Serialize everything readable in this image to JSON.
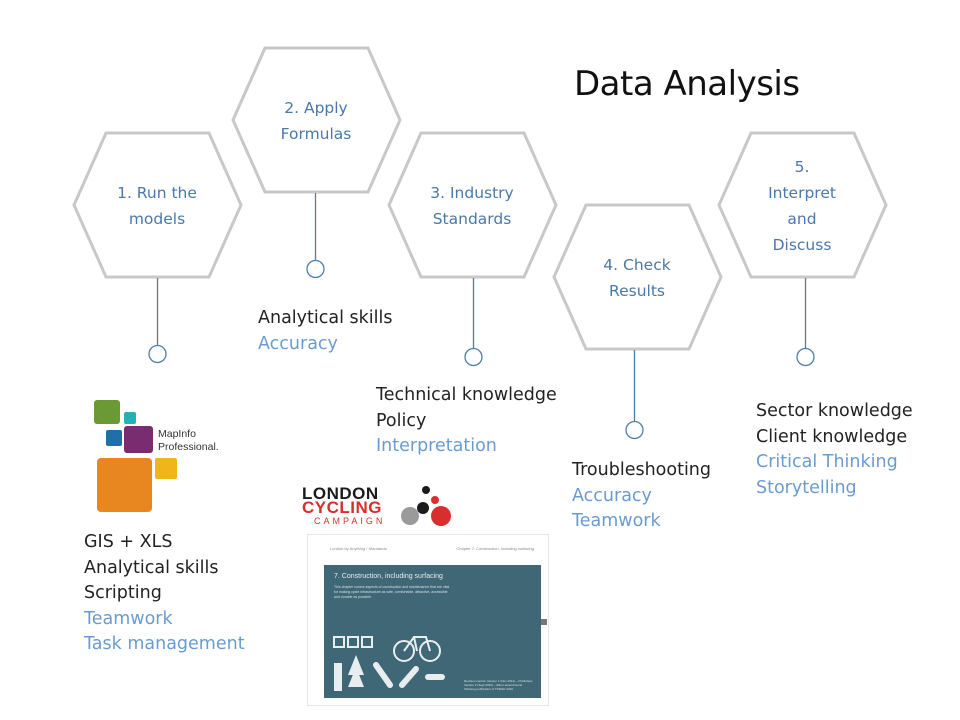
{
  "title": "Data Analysis",
  "steps": [
    {
      "lines": [
        "1. Run the",
        "models"
      ]
    },
    {
      "lines": [
        "2. Apply",
        "Formulas"
      ]
    },
    {
      "lines": [
        "3. Industry",
        "Standards"
      ]
    },
    {
      "lines": [
        "4. Check",
        "Results"
      ]
    },
    {
      "lines": [
        "5.",
        "Interpret",
        "and",
        "Discuss"
      ]
    }
  ],
  "skills": [
    {
      "hard": [
        "GIS + XLS",
        "Analytical skills",
        "Scripting"
      ],
      "soft": [
        "Teamwork",
        "Task management"
      ]
    },
    {
      "hard": [
        "Analytical skills"
      ],
      "soft": [
        "Accuracy"
      ]
    },
    {
      "hard": [
        "Technical knowledge",
        "Policy"
      ],
      "soft": [
        "Interpretation"
      ]
    },
    {
      "hard": [
        "Troubleshooting"
      ],
      "soft": [
        "Accuracy",
        "Teamwork"
      ]
    },
    {
      "hard": [
        "Sector knowledge",
        "Client knowledge"
      ],
      "soft": [
        "Critical Thinking",
        "Storytelling"
      ]
    }
  ],
  "logos": {
    "mapinfo": {
      "line1": "MapInfo",
      "line2": "Professional."
    },
    "lcc": {
      "line1": "LONDON",
      "line2": "CYCLING",
      "line3": "CAMPAIGN"
    }
  },
  "document": {
    "header_left": "London by Anything / Standards",
    "header_right": "Chapter 7: Construction, including surfacing",
    "heading": "7.   Construction, including surfacing",
    "paragraph": "This chapter covers aspects of construction and maintenance that are vital for making cycle infrastructure as safe, comfortable, attractive, accessible and durable as possible.",
    "revision": "Revision control: Version 1 (Nov 2014) – Published; Version 2 (Sept 2016) – Minor amendments following publication of TSRGD 2016"
  },
  "colors": {
    "hex_stroke": "#c8c8c8",
    "connector": "#4f7ea8",
    "step_text": "#4a78a8",
    "hard_skill": "#222222",
    "soft_skill": "#6a9bd0"
  }
}
